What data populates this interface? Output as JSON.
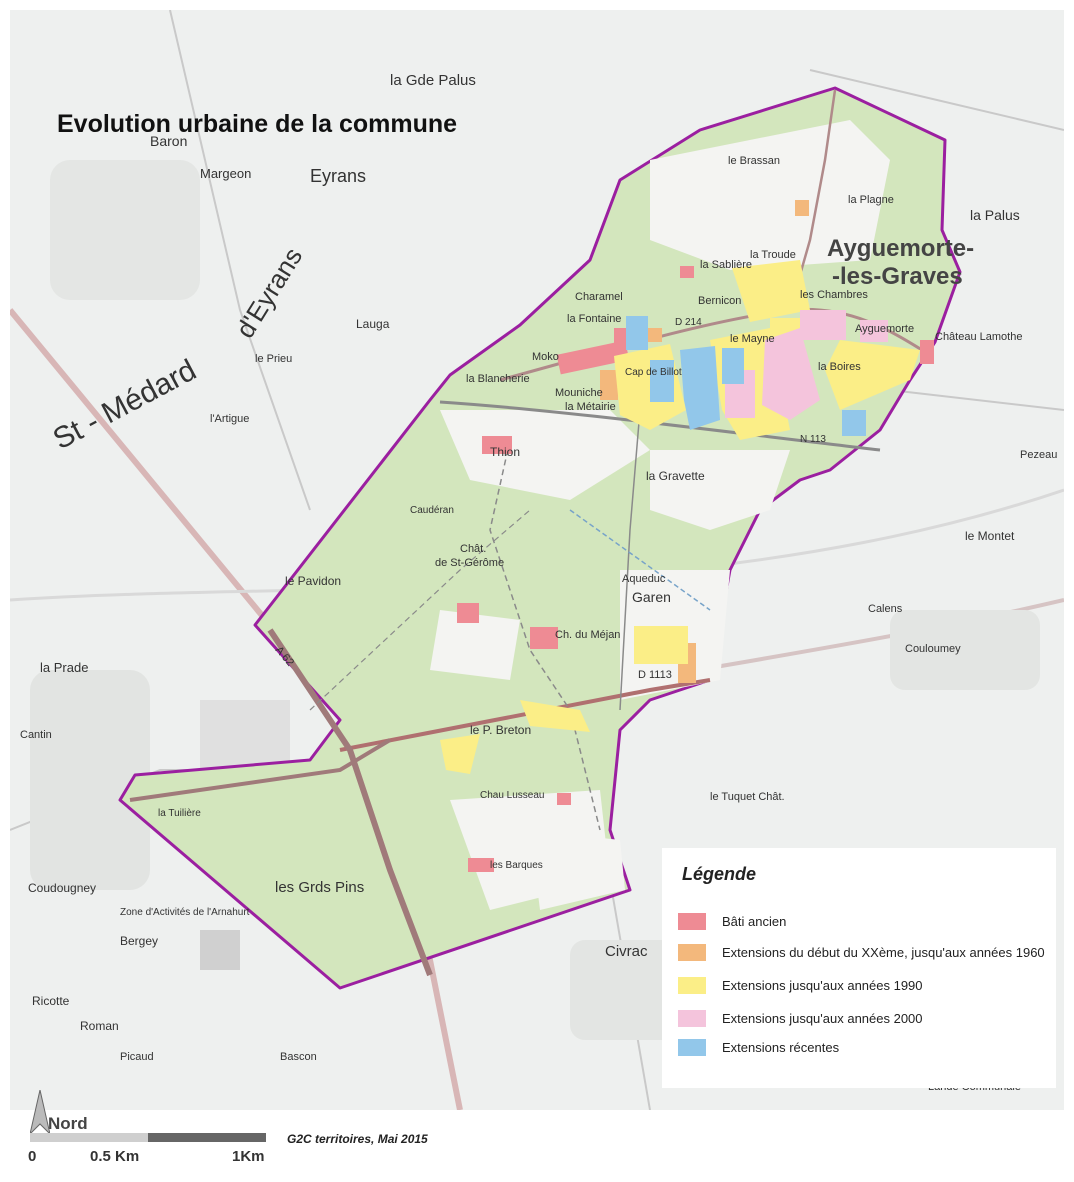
{
  "title": "Evolution urbaine de la commune",
  "colors": {
    "commune_fill": "#d3e6bd",
    "commune_border": "#9b1fa0",
    "bati_ancien": "#ee8b94",
    "ext_debut_xx": "#f3b87c",
    "ext_1990": "#fbee87",
    "ext_2000": "#f4c4dc",
    "ext_recentes": "#92c7ea"
  },
  "places": {
    "commune_name_1": "Ayguemorte-",
    "commune_name_2": "-les-Graves",
    "st_medard": "St - Médard",
    "eyrans": "d'Eyrans",
    "eyrans_town": "Eyrans",
    "grd_palus": "la Gde Palus",
    "margeon": "Margeon",
    "baron": "Baron",
    "brassan": "le Brassan",
    "plagne": "la Plagne",
    "palus": "la Palus",
    "troude": "la Troude",
    "sabliere": "la Sablière",
    "charamel": "Charamel",
    "bernicon": "Bernicon",
    "chambres": "les Chambres",
    "fontaine": "la Fontaine",
    "moko": "Moko",
    "blancherie": "la Blancherie",
    "mouniche": "Mouniche",
    "metairie": "la Métairie",
    "mayne": "le Mayne",
    "boires": "la Boires",
    "ayguemorte": "Ayguemorte",
    "chateau_lamothe": "Château Lamothe",
    "cap_billot": "Cap de Billot",
    "thion": "Thion",
    "gravette": "la Gravette",
    "cauderan": "Caudéran",
    "pavidon": "le Pavidon",
    "st_gerome_1": "Chât.",
    "st_gerome_2": "de St-Gérôme",
    "mejan": "Ch. du Méjan",
    "garen": "Garen",
    "aqueduc": "Aqueduc",
    "breton": "le P. Breton",
    "lusseau": "Chau Lusseau",
    "barques": "les Barques",
    "tuiliere": "la Tuilière",
    "grds_pins": "les Grds Pins",
    "prade": "la Prade",
    "cantin": "Cantin",
    "coudougney": "Coudougney",
    "zone_activites": "Zone d'Activités de l'Arnahurt",
    "bergey": "Bergey",
    "civrac": "Civrac",
    "ricotte": "Ricotte",
    "roman": "Roman",
    "picaud": "Picaud",
    "bascon": "Bascon",
    "lande_communale": "Lande Communale",
    "pezeau": "Pezeau",
    "le_montet": "le Montet",
    "couloumey": "Couloumey",
    "calens": "Calens",
    "tuquet": "le Tuquet Chât.",
    "lauga": "Lauga",
    "le_prieu": "le Prieu",
    "lartigue": "l'Artigue",
    "d214": "D 214",
    "d1113": "D 1113",
    "a62": "A 62",
    "n113": "N 113"
  },
  "legend": {
    "title": "Légende",
    "items": [
      {
        "label": "Bâti ancien",
        "color": "#ee8b94"
      },
      {
        "label": "Extensions du début du XXème, jusqu'aux années 1960",
        "color": "#f3b87c"
      },
      {
        "label": "Extensions jusqu'aux années 1990",
        "color": "#fbee87"
      },
      {
        "label": "Extensions jusqu'aux années 2000",
        "color": "#f4c4dc"
      },
      {
        "label": "Extensions récentes",
        "color": "#92c7ea"
      }
    ]
  },
  "north_label": "Nord",
  "scale": {
    "tick_0": "0",
    "tick_mid": "0.5 Km",
    "tick_end": "1Km"
  },
  "credit": "G2C territoires, Mai 2015"
}
